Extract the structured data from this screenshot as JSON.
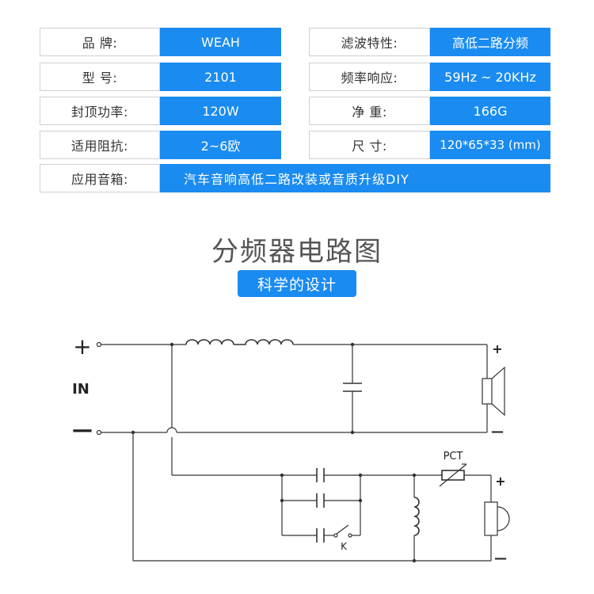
{
  "specs": {
    "rows": [
      {
        "left_label": "品    牌:",
        "left_value": "WEAH",
        "right_label": "滤波特性:",
        "right_value": "高低二路分频"
      },
      {
        "left_label": "型    号:",
        "left_value": "2101",
        "right_label": "频率响应:",
        "right_value": "59Hz ~ 20KHz"
      },
      {
        "left_label": "封顶功率:",
        "left_value": "120W",
        "right_label": "净    重:",
        "right_value": "166G"
      },
      {
        "left_label": "适用阻抗:",
        "left_value": "2~6欧",
        "right_label": "尺    寸:",
        "right_value": "120*65*33 (mm)"
      }
    ],
    "application_label": "应用音箱:",
    "application_value": "汽车音响高低二路改装或音质升级DIY"
  },
  "section": {
    "title": "分频器电路图",
    "subtitle": "科学的设计"
  },
  "diagram": {
    "in_plus": "+",
    "in_minus": "—",
    "in_label": "IN",
    "tweeter_plus": "+",
    "tweeter_minus": "—",
    "woofer_plus": "+",
    "woofer_minus": "—",
    "pct_label": "PCT",
    "switch_label": "K"
  },
  "colors": {
    "accent_blue": "#1a8bf0",
    "border_gray": "#cfcfcf"
  }
}
